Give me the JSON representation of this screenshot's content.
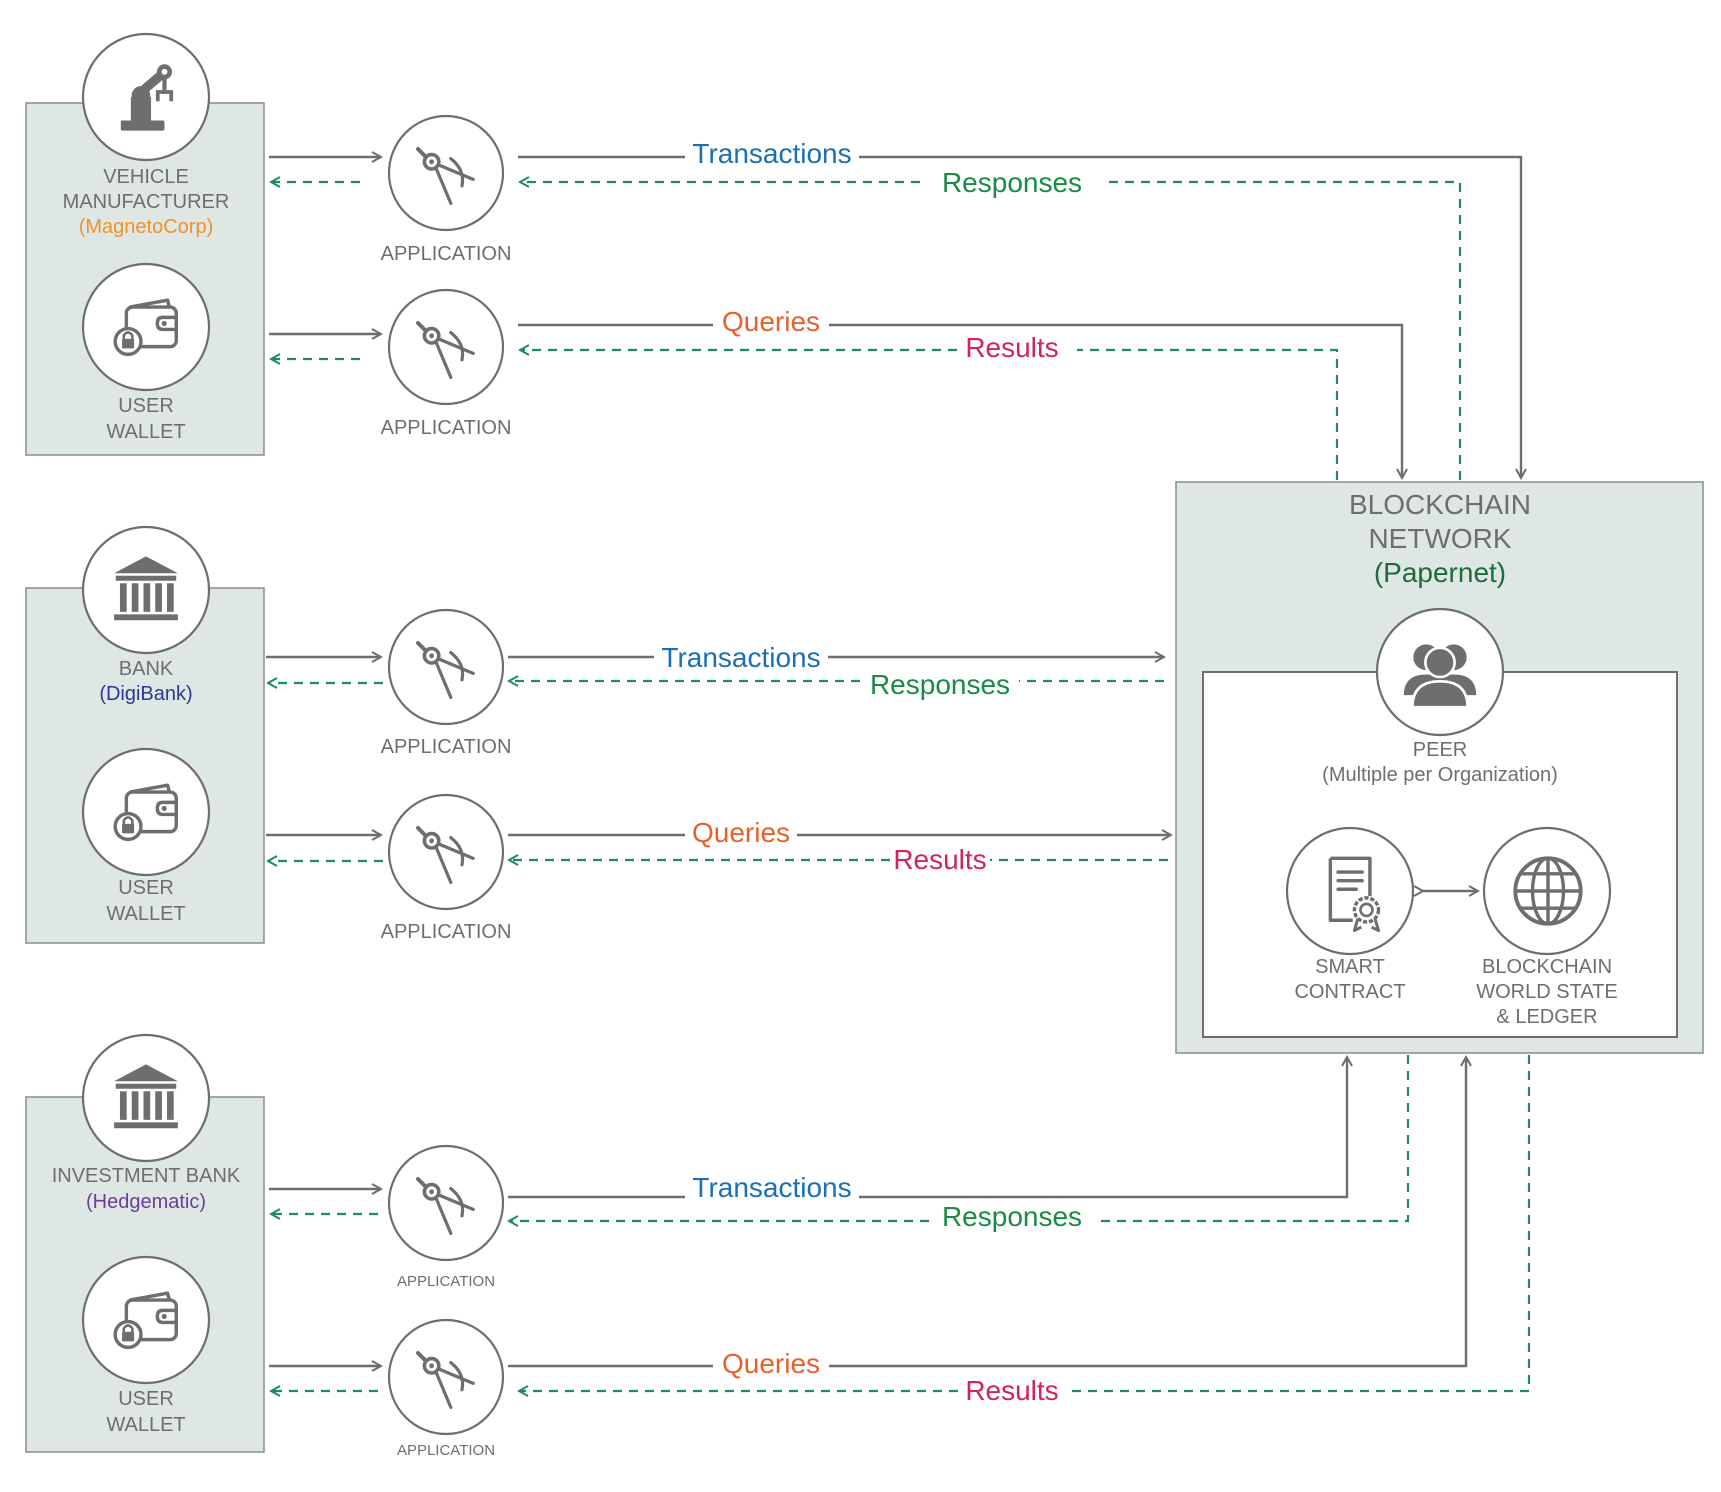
{
  "colors": {
    "transactions": "#1a6fb5",
    "responses": "#1a8a44",
    "queries": "#e8612c",
    "results": "#d1245a",
    "magnetocorp": "#f0912c",
    "digibank": "#2b3990",
    "hedgematic": "#6a3d9a",
    "papernet": "#1e6b3c",
    "gray_text": "#6d6e70",
    "panel_fill": "#dfe7e5",
    "dashed_line": "#1e8a6a"
  },
  "organizations": [
    {
      "title_lines": [
        "VEHICLE",
        "MANUFACTURER"
      ],
      "name": "(MagnetoCorp)",
      "org_icon": "robot-arm-icon",
      "wallet_lines": [
        "USER",
        "WALLET"
      ]
    },
    {
      "title_lines": [
        "BANK"
      ],
      "name": "(DigiBank)",
      "org_icon": "bank-icon",
      "wallet_lines": [
        "USER",
        "WALLET"
      ]
    },
    {
      "title_lines": [
        "INVESTMENT BANK"
      ],
      "name": "(Hedgematic)",
      "org_icon": "bank-icon",
      "wallet_lines": [
        "USER",
        "WALLET"
      ]
    }
  ],
  "applications": {
    "label": "APPLICATION",
    "icon": "compass-icon"
  },
  "flows": {
    "transactions": "Transactions",
    "responses": "Responses",
    "queries": "Queries",
    "results": "Results"
  },
  "network": {
    "title_lines": [
      "BLOCKCHAIN",
      "NETWORK"
    ],
    "name": "(Papernet)",
    "peer_icon": "people-icon",
    "peer_label": "PEER",
    "peer_sub": "(Multiple per Organization)",
    "contract_icon": "certificate-icon",
    "contract_lines": [
      "SMART",
      "CONTRACT"
    ],
    "ledger_icon": "globe-icon",
    "ledger_lines": [
      "BLOCKCHAIN",
      "WORLD STATE",
      "& LEDGER"
    ]
  }
}
